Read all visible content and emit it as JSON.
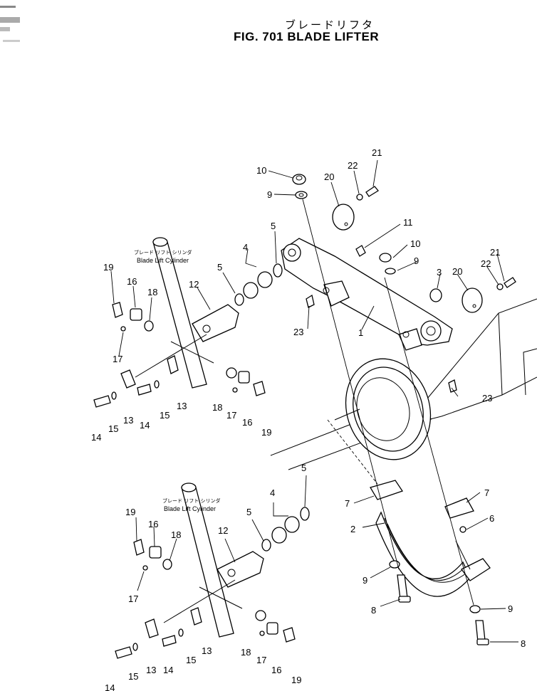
{
  "header": {
    "title_jp": "ブレードリフタ",
    "title_en": "FIG. 701  BLADE LIFTER"
  },
  "cylinder_labels": [
    {
      "jp": "ブレード リフト シリンダ",
      "en": "Blade Lift Cylinder"
    },
    {
      "jp": "ブレード リフト シリンダ",
      "en": "Blade Lift Cylinder"
    }
  ],
  "callouts": [
    "21",
    "22",
    "10",
    "9",
    "20",
    "5",
    "11",
    "10",
    "9",
    "4",
    "21",
    "22",
    "3",
    "20",
    "19",
    "16",
    "18",
    "5",
    "12",
    "23",
    "1",
    "17",
    "13",
    "13",
    "18",
    "17",
    "16",
    "19",
    "14",
    "15",
    "14",
    "15",
    "23",
    "5",
    "7",
    "7",
    "6",
    "4",
    "19",
    "16",
    "18",
    "5",
    "12",
    "2",
    "9",
    "9",
    "17",
    "8",
    "8",
    "14",
    "15",
    "13",
    "14",
    "15",
    "13",
    "18",
    "17",
    "16",
    "19"
  ]
}
